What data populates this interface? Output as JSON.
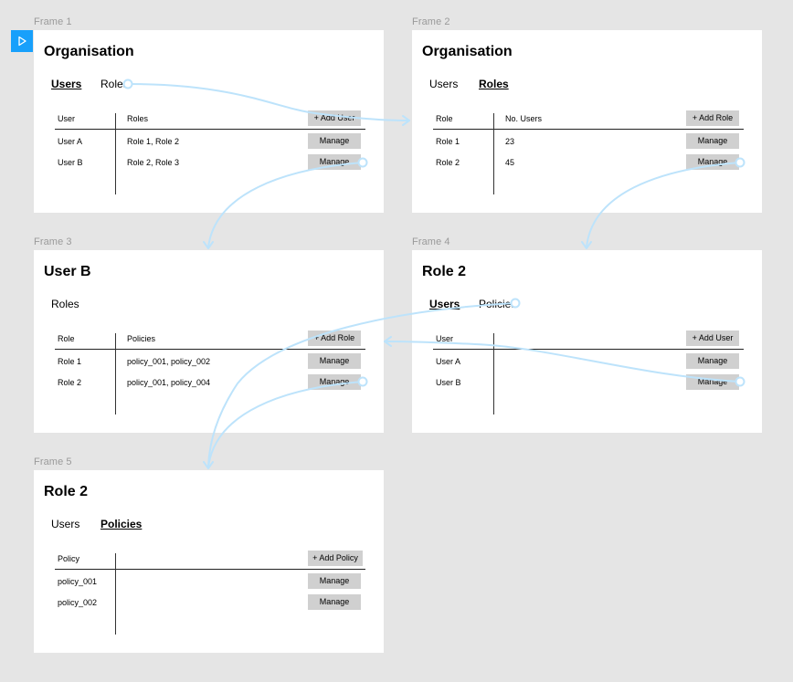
{
  "frames": {
    "f1": {
      "label": "Frame 1",
      "title": "Organisation",
      "tab_users": "Users",
      "tab_roles": "Roles",
      "col1": "User",
      "col2": "Roles",
      "add_btn": "+ Add User",
      "rows": [
        {
          "name": "User A",
          "value": "Role 1, Role 2",
          "action": "Manage"
        },
        {
          "name": "User B",
          "value": "Role 2, Role 3",
          "action": "Manage"
        }
      ]
    },
    "f2": {
      "label": "Frame 2",
      "title": "Organisation",
      "tab_users": "Users",
      "tab_roles": "Roles",
      "col1": "Role",
      "col2": "No. Users",
      "add_btn": "+ Add Role",
      "rows": [
        {
          "name": "Role 1",
          "value": "23",
          "action": "Manage"
        },
        {
          "name": "Role 2",
          "value": "45",
          "action": "Manage"
        }
      ]
    },
    "f3": {
      "label": "Frame 3",
      "title": "User B",
      "subtitle": "Roles",
      "col1": "Role",
      "col2": "Policies",
      "add_btn": "+ Add Role",
      "rows": [
        {
          "name": "Role 1",
          "value": "policy_001, policy_002",
          "action": "Manage"
        },
        {
          "name": "Role 2",
          "value": "policy_001, policy_004",
          "action": "Manage"
        }
      ]
    },
    "f4": {
      "label": "Frame 4",
      "title": "Role 2",
      "tab_users": "Users",
      "tab_policies": "Policies",
      "col1": "User",
      "add_btn": "+ Add User",
      "rows": [
        {
          "name": "User A",
          "action": "Manage"
        },
        {
          "name": "User B",
          "action": "Manage"
        }
      ]
    },
    "f5": {
      "label": "Frame 5",
      "title": "Role 2",
      "tab_users": "Users",
      "tab_policies": "Policies",
      "col1": "Policy",
      "add_btn": "+ Add Policy",
      "rows": [
        {
          "name": "policy_001",
          "action": "Manage"
        },
        {
          "name": "policy_002",
          "action": "Manage"
        }
      ]
    }
  },
  "colors": {
    "canvas": "#e5e5e5",
    "frame": "#ffffff",
    "button": "#d0d0d0",
    "connector": "#bde3fb",
    "accent": "#18a0fb"
  },
  "icons": {
    "present": "play-icon"
  }
}
